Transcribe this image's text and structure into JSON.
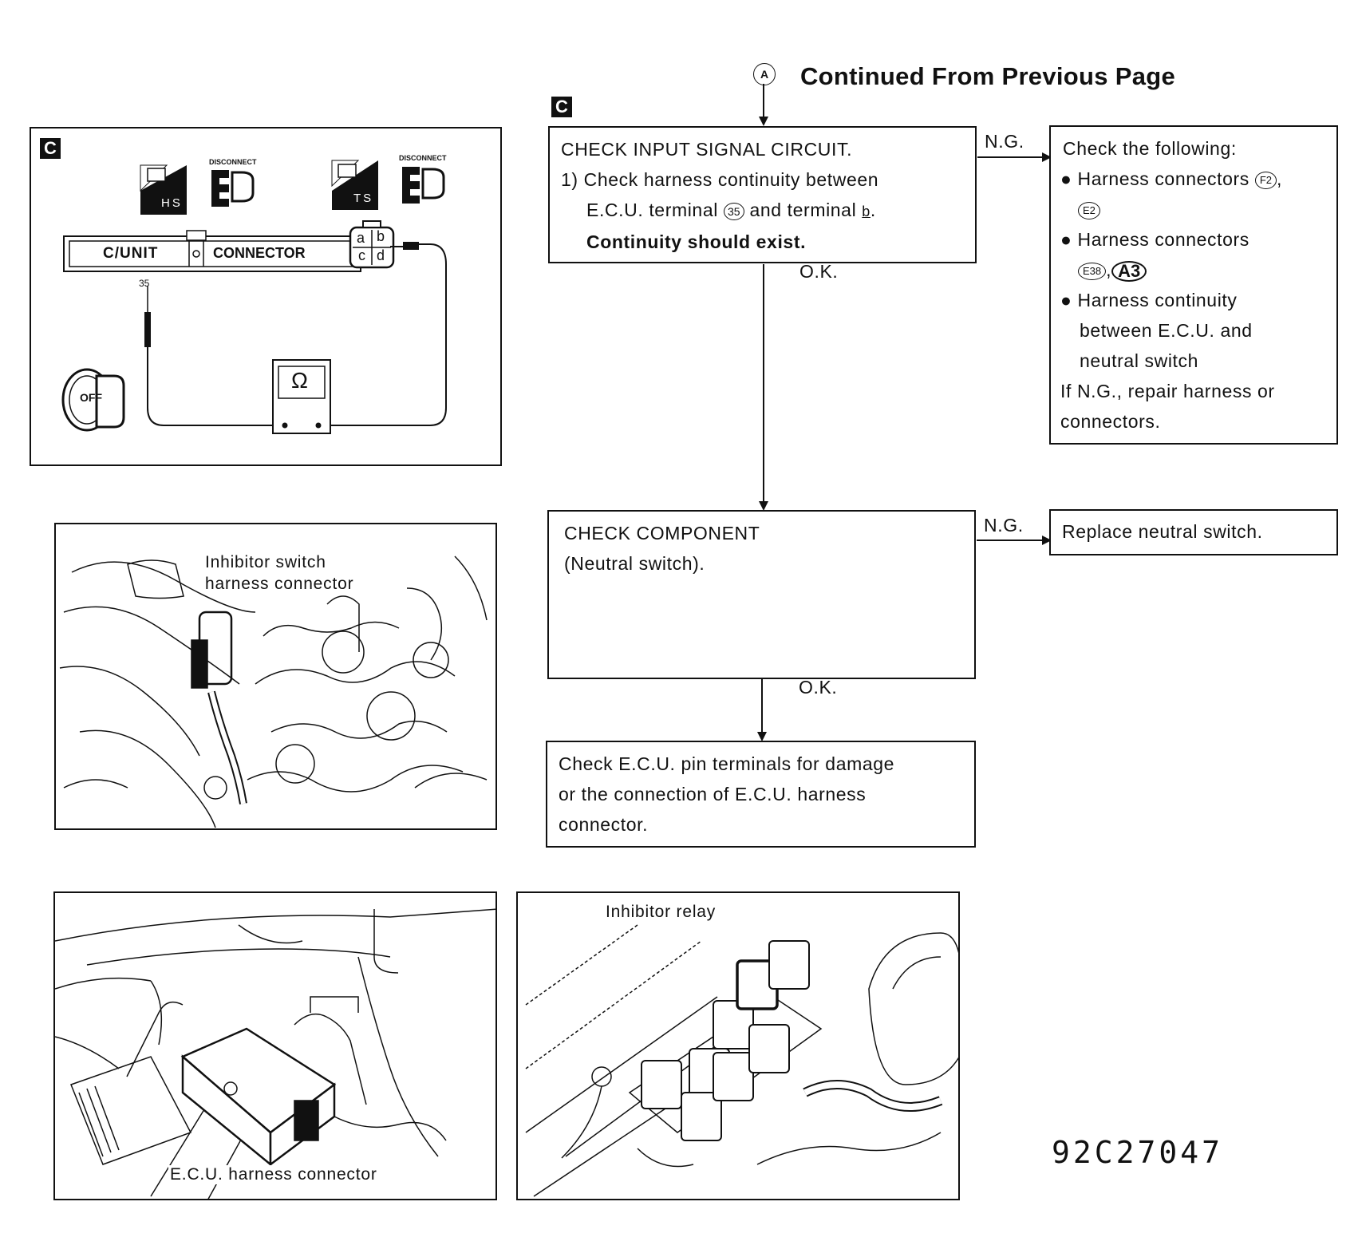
{
  "header": {
    "connector_marker": "A",
    "title": "Continued From Previous Page"
  },
  "section_tag": "C",
  "flow": {
    "step1": {
      "title": "CHECK INPUT SIGNAL CIRCUIT.",
      "line1": "1) Check harness continuity between",
      "line2_a": "E.C.U. terminal",
      "line2_terminal": "35",
      "line2_b": "and terminal",
      "line2_term_b": "b",
      "line2_end": ".",
      "line3": "Continuity should exist."
    },
    "step1_ng_label": "N.G.",
    "step1_ok_label": "O.K.",
    "ng1": {
      "line1": "Check the following:",
      "bullet1": "Harness connectors",
      "bullet1_c1": "F2",
      "bullet1_sep": ",",
      "bullet1_c2": "E2",
      "bullet2": "Harness connectors",
      "bullet2_c1": "E38",
      "bullet2_sep": ",",
      "bullet2_c2": "A3",
      "bullet3_l1": "Harness continuity",
      "bullet3_l2": "between E.C.U. and",
      "bullet3_l3": "neutral switch",
      "line_last1": "If N.G., repair harness or",
      "line_last2": "connectors."
    },
    "step2": {
      "title": "CHECK COMPONENT",
      "subtitle": "(Neutral switch)."
    },
    "step2_ng_label": "N.G.",
    "step2_ok_label": "O.K.",
    "ng2": {
      "text": "Replace neutral switch."
    },
    "step3": {
      "line1": "Check E.C.U. pin terminals for damage",
      "line2": "or the connection of E.C.U. harness",
      "line3": "connector."
    }
  },
  "figures": {
    "circuit": {
      "tag": "C",
      "hs_label": "HS",
      "ts_label": "TS",
      "disconnect_1": "DISCONNECT",
      "disconnect_2": "DISCONNECT",
      "cunit_label": "C/UNIT",
      "connector_label": "CONNECTOR",
      "pin_35": "35",
      "pin_a": "a",
      "pin_b": "b",
      "pin_c": "c",
      "pin_d": "d",
      "ohm": "Ω",
      "key_label": "OFF"
    },
    "inhibitor_switch": {
      "label_l1": "Inhibitor switch",
      "label_l2": "harness connector"
    },
    "ecu": {
      "label": "E.C.U. harness connector"
    },
    "relay": {
      "label": "Inhibitor relay"
    }
  },
  "figure_code": "92C27047"
}
